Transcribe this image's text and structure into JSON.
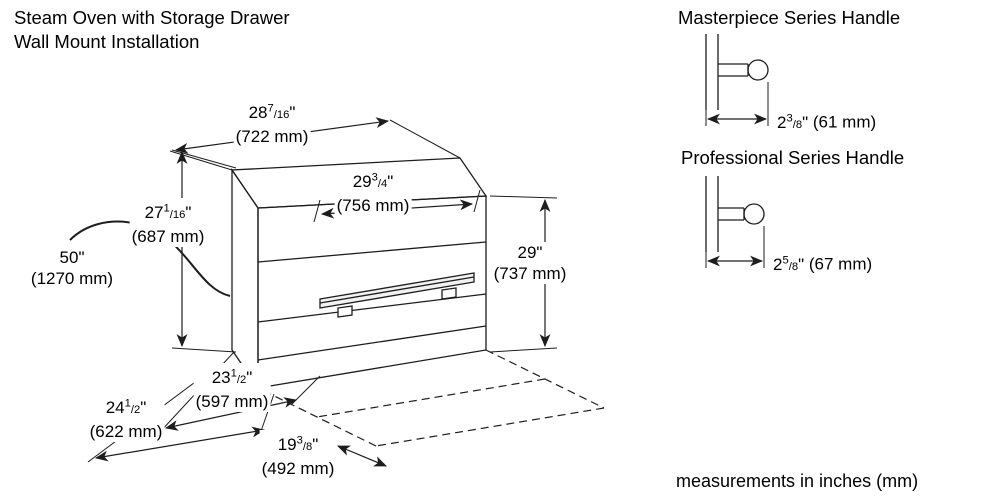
{
  "colors": {
    "ink": "#1d1d1d"
  },
  "title": {
    "line1": "Steam Oven with Storage Drawer",
    "line2": "Wall Mount Installation"
  },
  "dims": {
    "top_width": {
      "whole": "28",
      "num": "7",
      "den": "16",
      "unit": "\"",
      "mm": "(722 mm)"
    },
    "front_width": {
      "whole": "29",
      "num": "3",
      "den": "4",
      "unit": "\"",
      "mm": "(756 mm)"
    },
    "left_height": {
      "whole": "27",
      "num": "1",
      "den": "16",
      "unit": "\"",
      "mm": "(687 mm)"
    },
    "cord_length": {
      "whole": "50",
      "num": "",
      "den": "",
      "unit": "\"",
      "mm": "(1270 mm)"
    },
    "right_height": {
      "whole": "29",
      "num": "",
      "den": "",
      "unit": "\"",
      "mm": "(737 mm)"
    },
    "depth_body": {
      "whole": "23",
      "num": "1",
      "den": "2",
      "unit": "\"",
      "mm": "(597 mm)"
    },
    "depth_handle": {
      "whole": "24",
      "num": "1",
      "den": "2",
      "unit": "\"",
      "mm": "(622 mm)"
    },
    "bottom_depth": {
      "whole": "19",
      "num": "3",
      "den": "8",
      "unit": "\"",
      "mm": "(492 mm)"
    }
  },
  "handles": {
    "masterpiece": {
      "title": "Masterpiece Series Handle",
      "dim": {
        "whole": "2",
        "num": "3",
        "den": "8",
        "unit": "\"",
        "mm": "(61 mm)"
      }
    },
    "professional": {
      "title": "Professional Series Handle",
      "dim": {
        "whole": "2",
        "num": "5",
        "den": "8",
        "unit": "\"",
        "mm": "(67 mm)"
      }
    }
  },
  "footer": "measurements in inches (mm)"
}
